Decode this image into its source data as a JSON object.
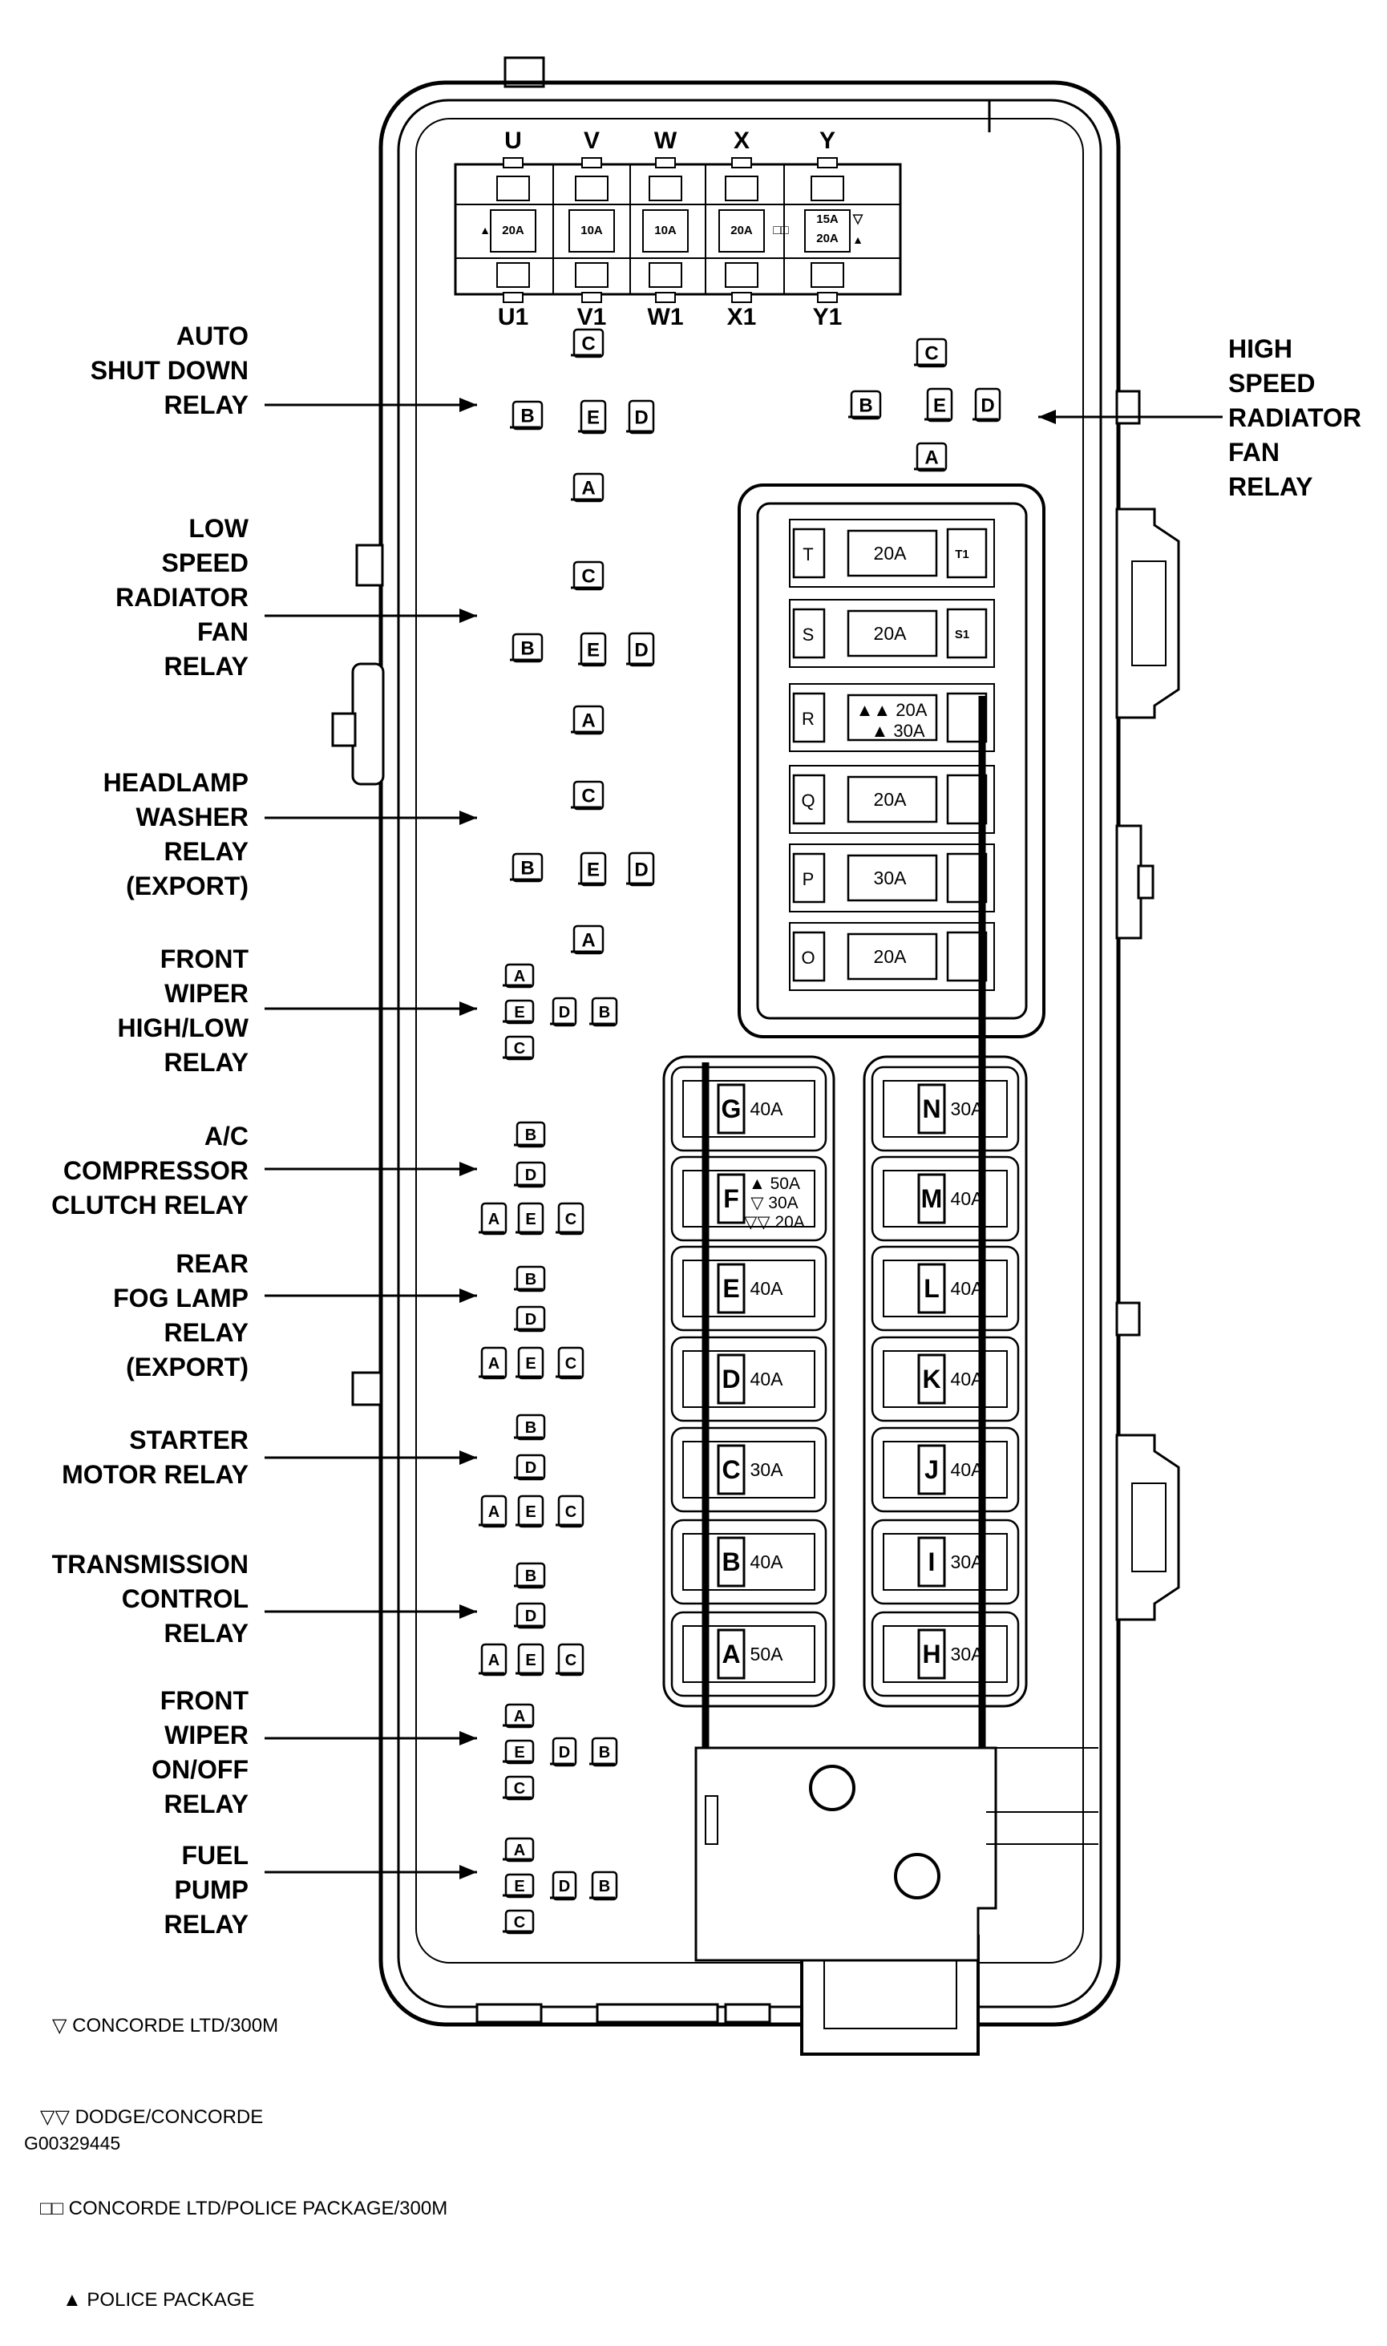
{
  "relay_bank_top": {
    "top_labels": [
      "U",
      "V",
      "W",
      "X",
      "Y"
    ],
    "bottom_labels": [
      "U1",
      "V1",
      "W1",
      "X1",
      "Y1"
    ],
    "fuse_ratings": [
      "20A",
      "10A",
      "10A",
      "20A"
    ],
    "y_ratings": [
      "15A",
      "20A"
    ]
  },
  "left_relays": [
    {
      "lines": [
        "AUTO",
        "SHUT DOWN",
        "RELAY"
      ],
      "pins": [
        "A",
        "B",
        "C",
        "D",
        "E"
      ]
    },
    {
      "lines": [
        "LOW",
        "SPEED",
        "RADIATOR",
        "FAN",
        "RELAY"
      ],
      "pins": [
        "A",
        "B",
        "C",
        "D",
        "E"
      ]
    },
    {
      "lines": [
        "HEADLAMP",
        "WASHER",
        "RELAY",
        "(EXPORT)"
      ],
      "pins": [
        "A",
        "B",
        "C",
        "D",
        "E"
      ]
    },
    {
      "lines": [
        "FRONT",
        "WIPER",
        "HIGH/LOW",
        "RELAY"
      ],
      "pins": [
        "A",
        "E",
        "D",
        "B",
        "C"
      ]
    },
    {
      "lines": [
        "A/C",
        "COMPRESSOR",
        "CLUTCH RELAY"
      ],
      "pins": [
        "B",
        "D",
        "A",
        "E",
        "C"
      ]
    },
    {
      "lines": [
        "REAR",
        "FOG LAMP",
        "RELAY",
        "(EXPORT)"
      ],
      "pins": [
        "B",
        "D",
        "A",
        "E",
        "C"
      ]
    },
    {
      "lines": [
        "STARTER",
        "MOTOR RELAY"
      ],
      "pins": [
        "B",
        "D",
        "A",
        "E",
        "C"
      ]
    },
    {
      "lines": [
        "TRANSMISSION",
        "CONTROL",
        "RELAY"
      ],
      "pins": [
        "B",
        "D",
        "A",
        "E",
        "C"
      ]
    },
    {
      "lines": [
        "FRONT",
        "WIPER",
        "ON/OFF",
        "RELAY"
      ],
      "pins": [
        "A",
        "E",
        "D",
        "B",
        "C"
      ]
    },
    {
      "lines": [
        "FUEL",
        "PUMP",
        "RELAY"
      ],
      "pins": [
        "A",
        "E",
        "D",
        "B",
        "C"
      ]
    }
  ],
  "right_relay": {
    "lines": [
      "HIGH",
      "SPEED",
      "RADIATOR",
      "FAN",
      "RELAY"
    ],
    "pins": [
      "C",
      "B",
      "E",
      "D",
      "A"
    ]
  },
  "mini_fuses": [
    {
      "letter": "T",
      "rating": "20A",
      "right": "T1"
    },
    {
      "letter": "S",
      "rating": "20A",
      "right": "S1"
    },
    {
      "letter": "R",
      "rating": "▲▲ 20A",
      "rating2": "▲ 30A",
      "right": ""
    },
    {
      "letter": "Q",
      "rating": "20A",
      "right": ""
    },
    {
      "letter": "P",
      "rating": "30A",
      "right": ""
    },
    {
      "letter": "O",
      "rating": "20A",
      "right": ""
    }
  ],
  "maxi_fuses_left": [
    {
      "letter": "G",
      "rating": "40A"
    },
    {
      "letter": "F",
      "rating": "▲ 50A",
      "rating2": "▽ 30A",
      "rating3": "▽▽ 20A"
    },
    {
      "letter": "E",
      "rating": "40A"
    },
    {
      "letter": "D",
      "rating": "40A"
    },
    {
      "letter": "C",
      "rating": "30A"
    },
    {
      "letter": "B",
      "rating": "40A"
    },
    {
      "letter": "A",
      "rating": "50A"
    }
  ],
  "maxi_fuses_right": [
    {
      "letter": "N",
      "rating": "30A"
    },
    {
      "letter": "M",
      "rating": "40A"
    },
    {
      "letter": "L",
      "rating": "40A"
    },
    {
      "letter": "K",
      "rating": "40A"
    },
    {
      "letter": "J",
      "rating": "40A"
    },
    {
      "letter": "I",
      "rating": "30A"
    },
    {
      "letter": "H",
      "rating": "30A"
    }
  ],
  "legend": [
    "▽ CONCORDE LTD/300M",
    "▽▽ DODGE/CONCORDE",
    "□□ CONCORDE LTD/POLICE PACKAGE/300M",
    "▲ POLICE PACKAGE"
  ],
  "figure_id": "G00329445"
}
